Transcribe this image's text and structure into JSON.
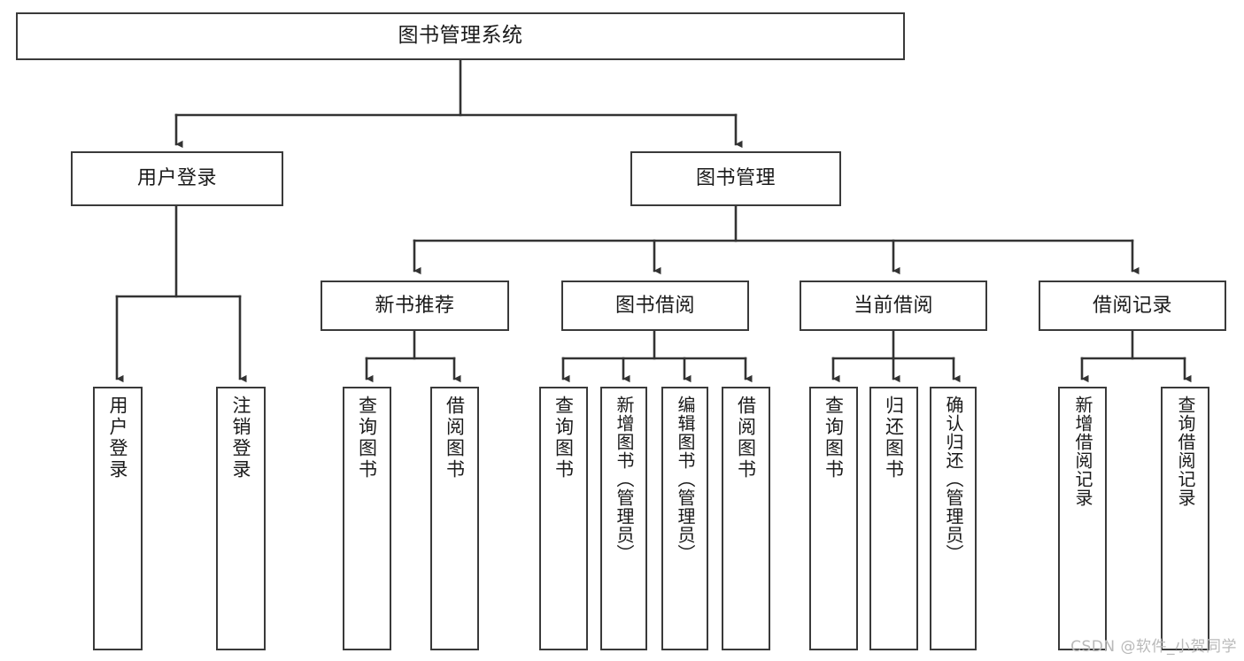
{
  "diagram": {
    "title": "图书管理系统",
    "type": "tree-hierarchy-chart",
    "watermark": "CSDN @软件_小贺同学",
    "colors": {
      "box_border": "#3a3a3a",
      "box_fill": "#ffffff",
      "edge": "#333333",
      "text": "#1a1a1a",
      "watermark": "#b9b9b9"
    },
    "levels": {
      "root": {
        "label": "图书管理系统"
      },
      "level1": [
        {
          "label": "用户登录"
        },
        {
          "label": "图书管理"
        }
      ],
      "level2": [
        {
          "label": "新书推荐"
        },
        {
          "label": "图书借阅"
        },
        {
          "label": "当前借阅"
        },
        {
          "label": "借阅记录"
        }
      ],
      "leaves": {
        "user_login": [
          {
            "label": "用户登录"
          },
          {
            "label": "注销登录"
          }
        ],
        "new_book_recommend": [
          {
            "label": "查询图书"
          },
          {
            "label": "借阅图书"
          }
        ],
        "book_borrow": [
          {
            "label": "查询图书"
          },
          {
            "label": "新增图书（管理员）"
          },
          {
            "label": "编辑图书（管理员）"
          },
          {
            "label": "借阅图书"
          }
        ],
        "current_borrow": [
          {
            "label": "查询图书"
          },
          {
            "label": "归还图书"
          },
          {
            "label": "确认归还（管理员）"
          }
        ],
        "borrow_record": [
          {
            "label": "新增借阅记录"
          },
          {
            "label": "查询借阅记录"
          }
        ]
      }
    }
  }
}
